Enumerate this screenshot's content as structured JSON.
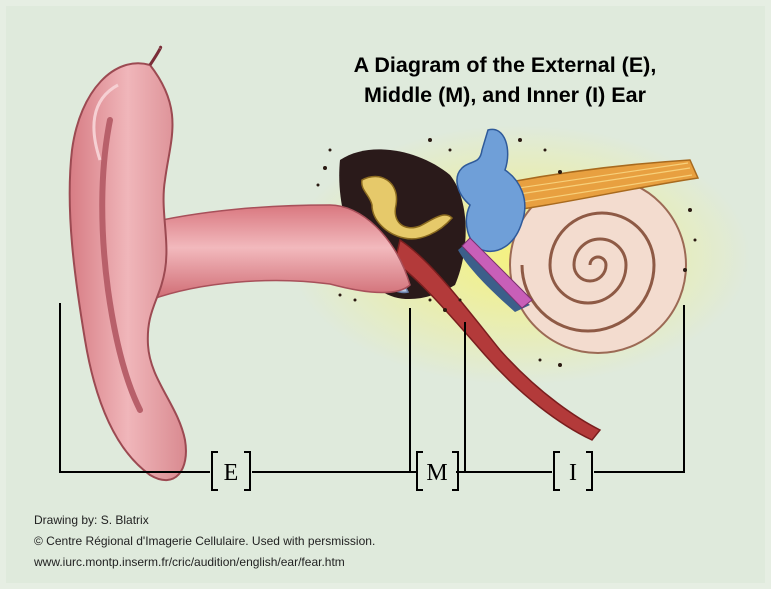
{
  "title": {
    "line1": "A Diagram of the External (E),",
    "line2": "Middle (M), and Inner (I) Ear"
  },
  "sections": [
    {
      "key": "external",
      "label": "E"
    },
    {
      "key": "middle",
      "label": "M"
    },
    {
      "key": "inner",
      "label": "I"
    }
  ],
  "credits": {
    "author": "Drawing by: S. Blatrix",
    "copyright": "© Centre Régional d'Imagerie Cellulaire. Used with persmission.",
    "url": "www.iurc.montp.inserm.fr/cric/audition/english/ear/fear.htm"
  },
  "colors": {
    "background": "#dfeadc",
    "ear_pink": "#e8a3a8",
    "canal_pink": "#e7979c",
    "cochlea": "#f3dccf",
    "nerve": "#e8a040",
    "ossicles": "#e6c96a",
    "vestibular_blue": "#6f9fd8",
    "eustachian_red": "#b33a3a"
  }
}
